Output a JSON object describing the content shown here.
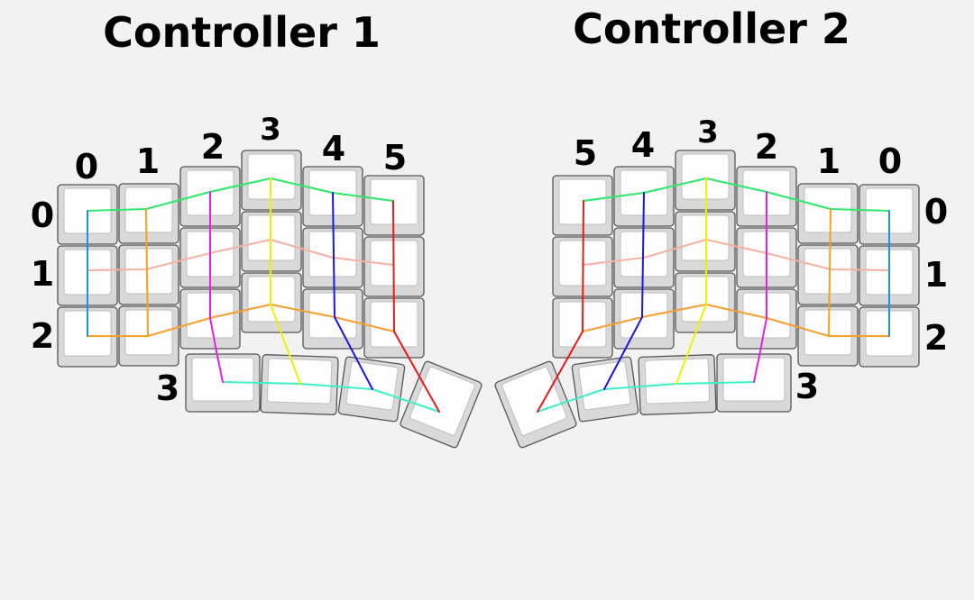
{
  "controllers": [
    {
      "title": "Controller 1",
      "column_labels": [
        "0",
        "1",
        "2",
        "3",
        "4",
        "5"
      ],
      "row_labels": [
        "0",
        "1",
        "2",
        "3"
      ]
    },
    {
      "title": "Controller 2",
      "column_labels": [
        "5",
        "4",
        "3",
        "2",
        "1",
        "0"
      ],
      "row_labels": [
        "0",
        "1",
        "2",
        "3"
      ]
    }
  ],
  "wire_colors": {
    "row_0": "#2ee86a",
    "row_1": "#f4b2a2",
    "row_2": "#f5a030",
    "row_3": "#3ef0c8",
    "col_0": "#1e90e6",
    "col_1": "#f2a21c",
    "col_2": "#e61ee6",
    "col_3": "#eef200",
    "col_4": "#1a1ad8",
    "col_5": "#e61a1a"
  }
}
